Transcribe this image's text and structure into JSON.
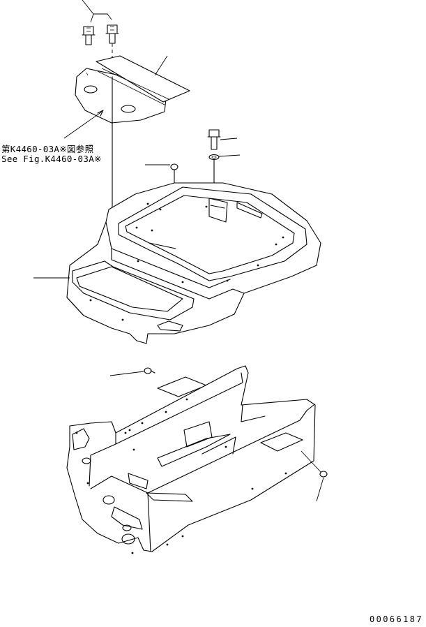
{
  "reference": {
    "jp": "第K4460-03A※図参照",
    "en": "See Fig.K4460-03A※"
  },
  "doc_number": "00066187",
  "colors": {
    "line": "#000000",
    "background": "#ffffff"
  },
  "icons": [
    "bolt-icon",
    "washer-icon",
    "plug-icon"
  ]
}
